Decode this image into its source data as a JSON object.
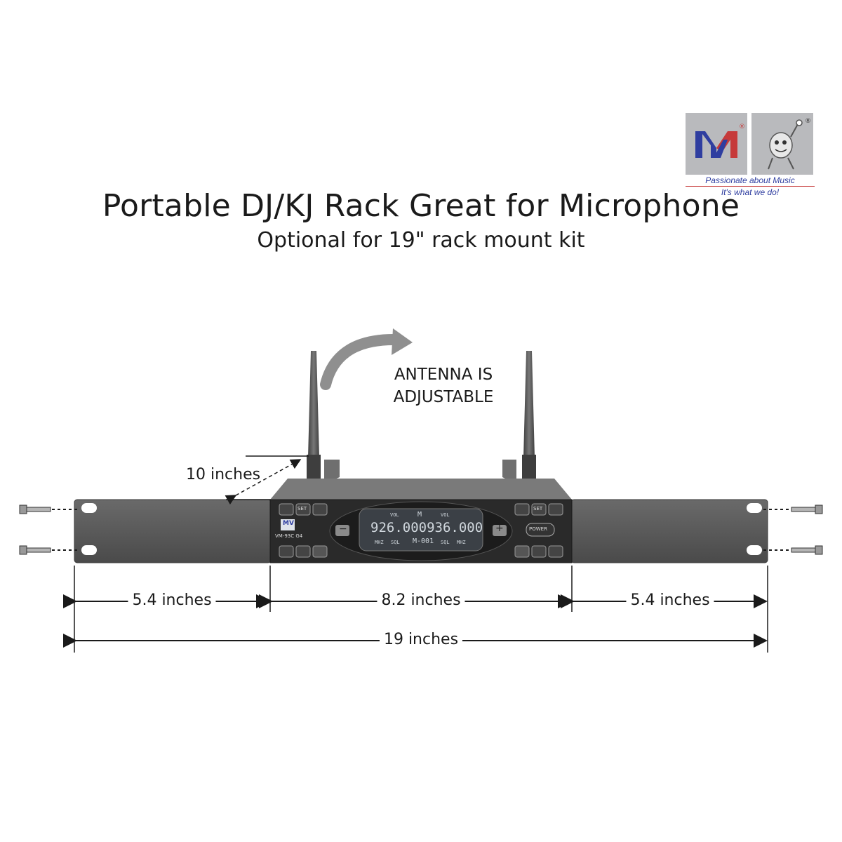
{
  "brand": {
    "logo_mark": "MV",
    "tagline_line1": "Passionate about Music",
    "tagline_line2": "It's what we do!",
    "mascot_icon": "music-mascot-icon",
    "colors": {
      "blue": "#2f3ea0",
      "red": "#c63a3a",
      "tile": "#b9babd"
    }
  },
  "heading": {
    "title": "Portable DJ/KJ Rack Great for Microphone",
    "subtitle": "Optional for 19\" rack mount kit"
  },
  "annotations": {
    "antenna_line1": "ANTENNA IS",
    "antenna_line2": "ADJUSTABLE",
    "depth": "10 inches"
  },
  "dimensions": {
    "left_ear": "5.4 inches",
    "center": "8.2 inches",
    "right_ear": "5.4 inches",
    "total": "19 inches"
  },
  "device": {
    "model_label": "VM-93C G4",
    "lcd_frequency": "926.000936.000",
    "lcd_vol_left": "VOL",
    "lcd_vol_right": "VOL",
    "lcd_center": "M",
    "lcd_mhz_left": "MHZ",
    "lcd_sql_left": "SQL",
    "lcd_bottom_center": "M-001",
    "lcd_sql_right": "SQL",
    "lcd_mhz_right": "MHZ",
    "set_label": "SET",
    "power_label": "POWER",
    "minus_label": "−",
    "plus_label": "+"
  }
}
